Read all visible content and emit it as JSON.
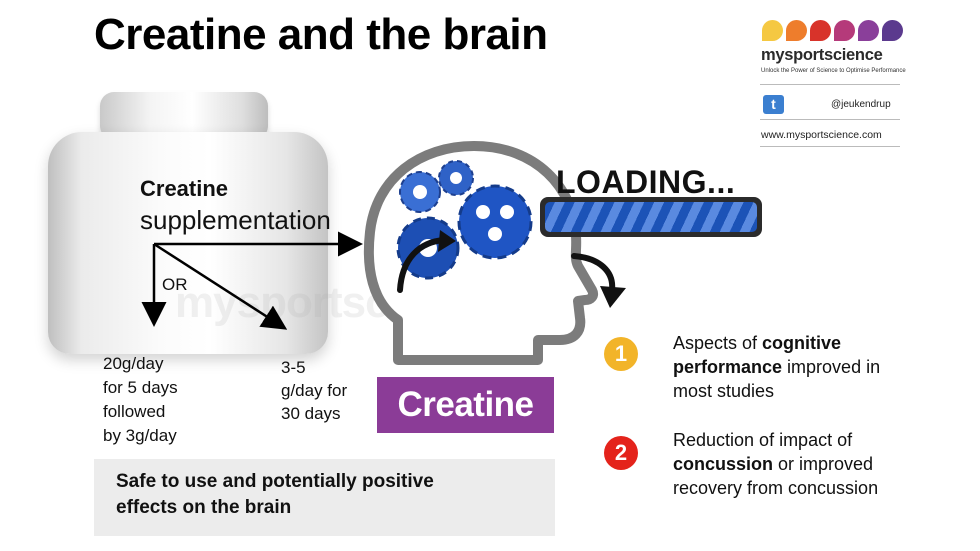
{
  "title": "Creatine and the brain",
  "brand": {
    "name": "mysportscience",
    "tagline": "Unlock the Power of Science to Optimise Performance",
    "twitter_icon": "twitter-icon",
    "handle": "@jeukendrup",
    "website": "www.mysportscience.com",
    "dot_colors": [
      "#f5c842",
      "#ee7d2c",
      "#d8332a",
      "#b53a7a",
      "#8a3f9a",
      "#5b3a8e"
    ]
  },
  "watermark": "mysportscience",
  "jar": {
    "label_bold": "Creatine",
    "label_rest": "supplementation",
    "or_label": "OR"
  },
  "options": {
    "loading": [
      "20g/day",
      "for 5 days",
      "followed",
      "by 3g/day"
    ],
    "daily": [
      "3-5",
      "g/day for",
      "30 days"
    ]
  },
  "creatine_label": "Creatine",
  "summary": [
    "Safe to use and potentially positive",
    "effects on the brain"
  ],
  "loading_text": "LOADING...",
  "loading_progress": 1.0,
  "colors": {
    "purple": "#8b3c97",
    "bar_blue": "#1c53b7",
    "badge_yellow": "#f2b429",
    "badge_red": "#e4231b"
  },
  "points": [
    {
      "number": "1",
      "before": "Aspects of ",
      "bold": "cognitive performance",
      "after": " improved in most studies"
    },
    {
      "number": "2",
      "before": "Reduction of impact of ",
      "bold": "concussion",
      "after": " or improved recovery from concussion"
    }
  ]
}
